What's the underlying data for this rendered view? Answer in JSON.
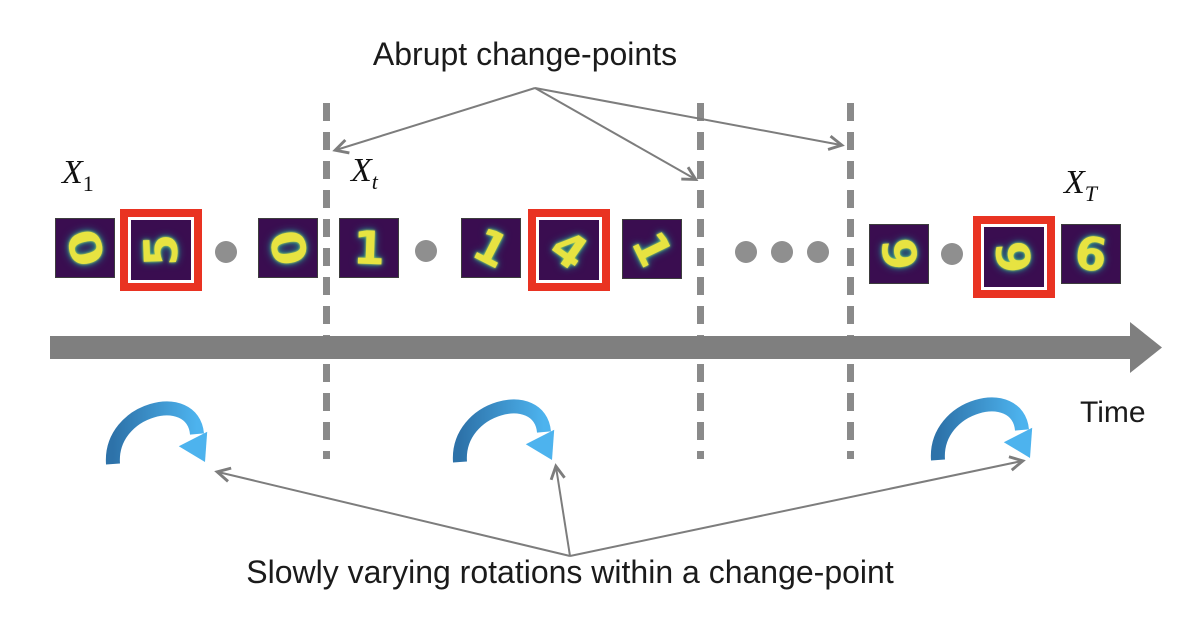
{
  "figure": {
    "annotations": {
      "top": "Abrupt change-points",
      "bottom": "Slowly varying rotations within a change-point",
      "axis": "Time"
    },
    "sequence_labels": [
      {
        "base": "X",
        "sub": "1"
      },
      {
        "base": "X",
        "sub": "t"
      },
      {
        "base": "X",
        "sub": "T"
      }
    ],
    "images": [
      {
        "glyph": "0",
        "rotation_deg": 75,
        "highlighted": false
      },
      {
        "glyph": "5",
        "rotation_deg": -92,
        "highlighted": true
      },
      {
        "glyph": "0",
        "rotation_deg": 80,
        "highlighted": false
      },
      {
        "glyph": "1",
        "rotation_deg": 2,
        "highlighted": false
      },
      {
        "glyph": "1",
        "rotation_deg": 27,
        "highlighted": false
      },
      {
        "glyph": "4",
        "rotation_deg": 35,
        "highlighted": true
      },
      {
        "glyph": "1",
        "rotation_deg": 64,
        "highlighted": false
      },
      {
        "glyph": "9",
        "rotation_deg": 85,
        "highlighted": false
      },
      {
        "glyph": "6",
        "rotation_deg": -95,
        "highlighted": true
      },
      {
        "glyph": "6",
        "rotation_deg": 8,
        "highlighted": false
      }
    ],
    "colors": {
      "highlight_red": "#e93322",
      "image_bg": "#3a0d50",
      "digit_yellow": "#e7e341",
      "digit_glow": "#2fa38b",
      "arc_blue_dark": "#2d72a9",
      "arc_blue_light": "#4db3ee",
      "gray_connector": "#7d7d7d",
      "gray_axis": "#7f7f7f",
      "gray_dashed": "#8a8a8a"
    }
  }
}
